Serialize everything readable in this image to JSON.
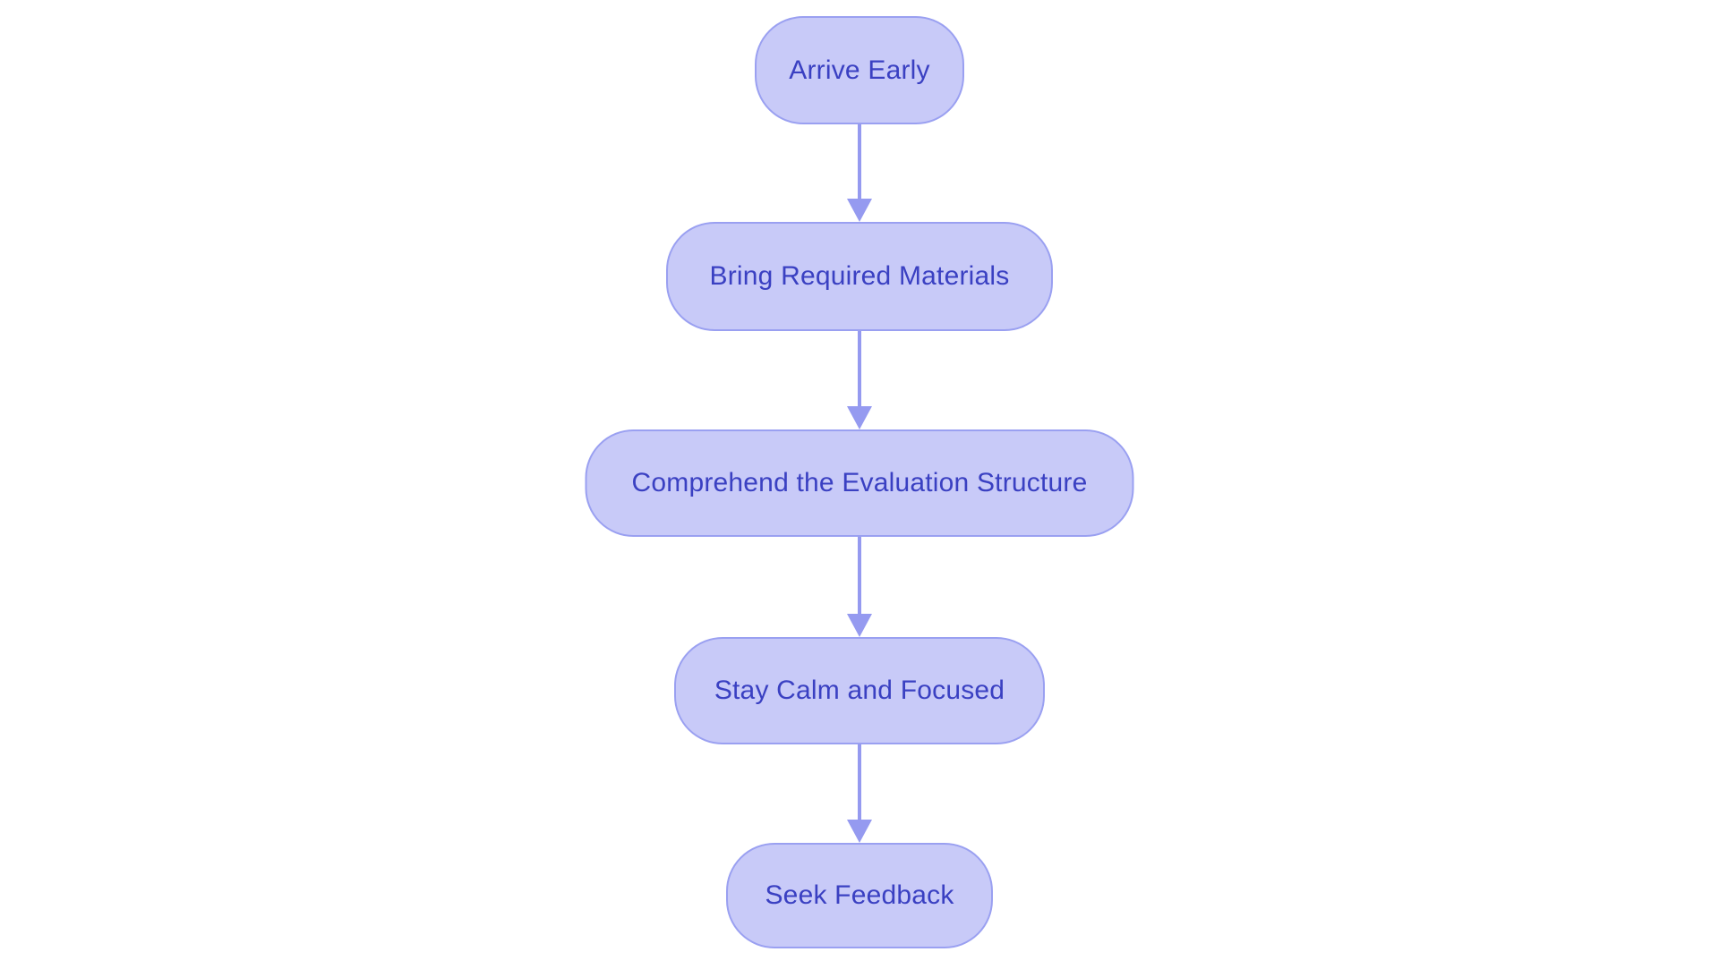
{
  "diagram": {
    "type": "flowchart",
    "direction": "top-to-bottom",
    "nodes": [
      {
        "id": "arrive-early",
        "label": "Arrive Early"
      },
      {
        "id": "bring-required-materials",
        "label": "Bring Required Materials"
      },
      {
        "id": "comprehend-evaluation-structure",
        "label": "Comprehend the Evaluation Structure"
      },
      {
        "id": "stay-calm-and-focused",
        "label": "Stay Calm and Focused"
      },
      {
        "id": "seek-feedback",
        "label": "Seek Feedback"
      }
    ],
    "edges": [
      {
        "from": "arrive-early",
        "to": "bring-required-materials"
      },
      {
        "from": "bring-required-materials",
        "to": "comprehend-evaluation-structure"
      },
      {
        "from": "comprehend-evaluation-structure",
        "to": "stay-calm-and-focused"
      },
      {
        "from": "stay-calm-and-focused",
        "to": "seek-feedback"
      }
    ],
    "colors": {
      "background": "#ffffff",
      "node_fill": "#c8caf8",
      "node_border": "#9aa0f1",
      "node_text": "#3a40c2",
      "arrow": "#959af0"
    }
  }
}
